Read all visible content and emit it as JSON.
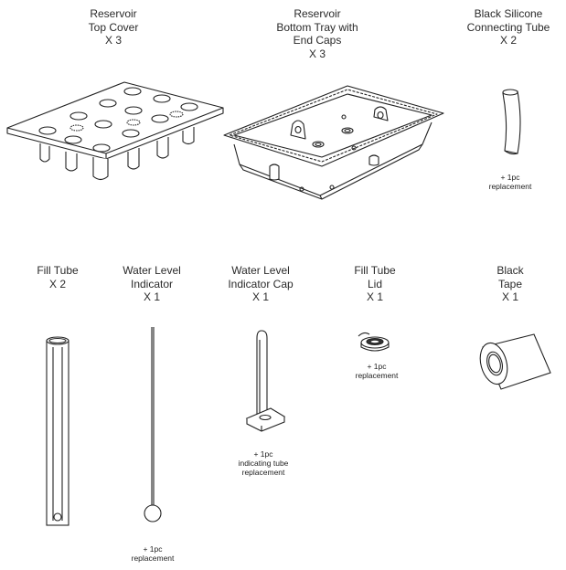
{
  "parts": {
    "top_cover": {
      "lines": [
        "Reservoir",
        "Top Cover",
        "X 3"
      ]
    },
    "bottom_tray": {
      "lines": [
        "Reservoir",
        "Bottom Tray with",
        "End Caps",
        "X 3"
      ]
    },
    "silicone_tube": {
      "lines": [
        "Black Silicone",
        "Connecting Tube",
        "X 2"
      ],
      "note": [
        "+ 1pc",
        "replacement"
      ]
    },
    "fill_tube": {
      "lines": [
        "Fill Tube",
        "X 2"
      ]
    },
    "water_level_indicator": {
      "lines": [
        "Water Level",
        "Indicator",
        "X 1"
      ],
      "note": [
        "+ 1pc",
        "replacement"
      ]
    },
    "indicator_cap": {
      "lines": [
        "Water Level",
        "Indicator Cap",
        "X 1"
      ],
      "note": [
        "+ 1pc",
        "indicating tube",
        "replacement"
      ]
    },
    "fill_tube_lid": {
      "lines": [
        "Fill Tube",
        "Lid",
        "X 1"
      ],
      "note": [
        "+ 1pc",
        "replacement"
      ]
    },
    "black_tape": {
      "lines": [
        "Black",
        "Tape",
        "X 1"
      ]
    }
  }
}
